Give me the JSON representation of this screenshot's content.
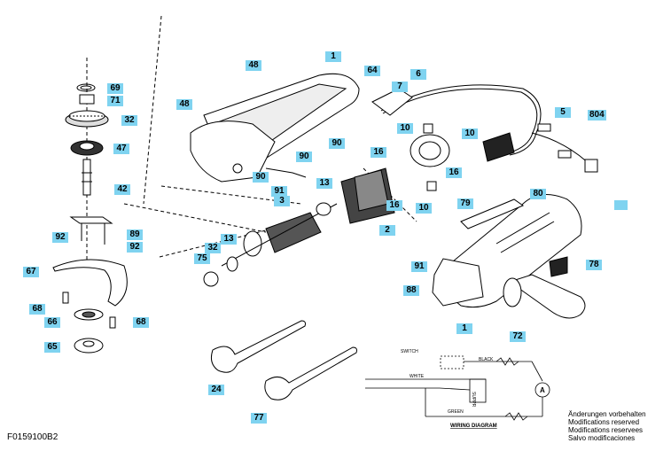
{
  "drawing_code": "F0159100B2",
  "notes": [
    "Änderungen vorbehalten",
    "Modifications reserved",
    "Modifications reservees",
    "Salvo modificaciones"
  ],
  "wiring": {
    "title": "WIRING DIAGRAM",
    "switch": "SWITCH",
    "black": "BLACK",
    "white": "WHITE",
    "green": "GREEN",
    "suppr": "SUPPR",
    "motor": "A"
  },
  "labels": {
    "l1a": "1",
    "l1b": "1",
    "l2": "2",
    "l3": "3",
    "l5": "5",
    "l6": "6",
    "l7": "7",
    "l10a": "10",
    "l10b": "10",
    "l10c": "10",
    "l13a": "13",
    "l13b": "13",
    "l16a": "16",
    "l16b": "16",
    "l16c": "16",
    "l24": "24",
    "l32a": "32",
    "l32b": "32",
    "l42": "42",
    "l47": "47",
    "l48a": "48",
    "l48b": "48",
    "l64": "64",
    "l65": "65",
    "l66": "66",
    "l67": "67",
    "l68a": "68",
    "l68b": "68",
    "l69": "69",
    "l71": "71",
    "l72": "72",
    "l75": "75",
    "l77": "77",
    "l78": "78",
    "l79": "79",
    "l80": "80",
    "l88": "88",
    "l89": "89",
    "l90a": "90",
    "l90b": "90",
    "l90c": "90",
    "l91a": "91",
    "l91b": "91",
    "l92a": "92",
    "l92b": "92",
    "l804": "804"
  }
}
